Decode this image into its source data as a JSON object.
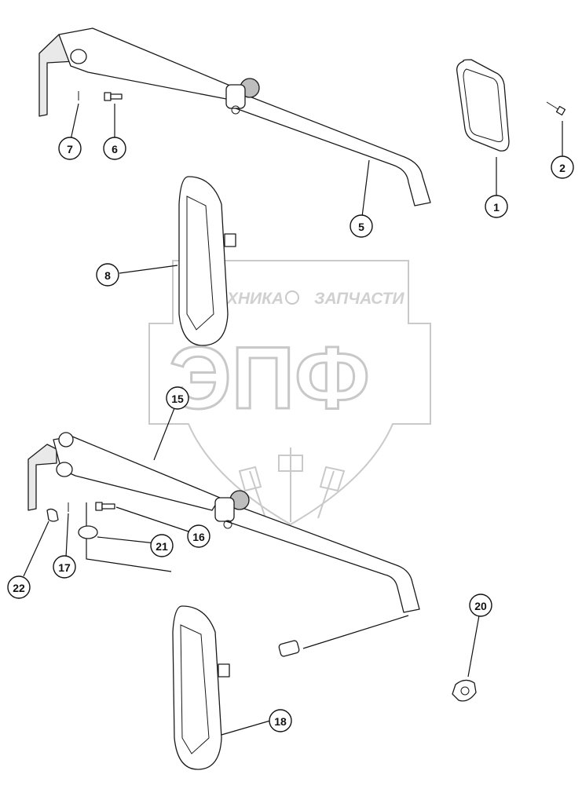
{
  "diagram": {
    "callouts": [
      "1",
      "2",
      "5",
      "6",
      "7",
      "8",
      "15",
      "16",
      "17",
      "18",
      "20",
      "21",
      "22"
    ]
  },
  "watermark": {
    "top_left": "ТЕХНИКА",
    "top_right": "ЗАПЧАСТИ",
    "logo": "ЭПФ"
  }
}
